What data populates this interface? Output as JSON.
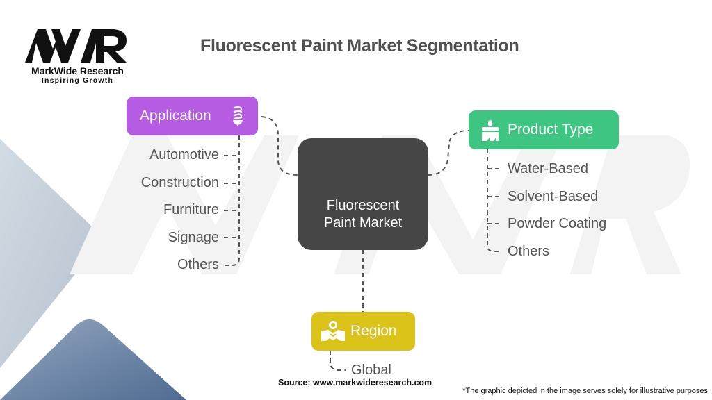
{
  "brand": {
    "logo_mark": "MWR",
    "name": "MarkWide Research",
    "tagline": "Inspiring Growth"
  },
  "title": "Fluorescent Paint Market Segmentation",
  "center_node": {
    "line1": "Fluorescent",
    "line2": "Paint Market",
    "color": "#464646"
  },
  "segments": {
    "application": {
      "label": "Application",
      "icon": "light-bulb-icon",
      "color": "#b55ce3",
      "items": [
        "Automotive",
        "Construction",
        "Furniture",
        "Signage",
        "Others"
      ]
    },
    "product_type": {
      "label": "Product Type",
      "icon": "paint-brush-icon",
      "color": "#3ec582",
      "items": [
        "Water-Based",
        "Solvent-Based",
        "Powder Coating",
        "Others"
      ]
    },
    "region": {
      "label": "Region",
      "icon": "handshake-person-icon",
      "color": "#dcc31a",
      "items": [
        "Global"
      ]
    }
  },
  "footer": {
    "source": "Source: www.markwideresearch.com",
    "disclaimer": "*The graphic depicted in the image serves solely for illustrative purposes"
  }
}
